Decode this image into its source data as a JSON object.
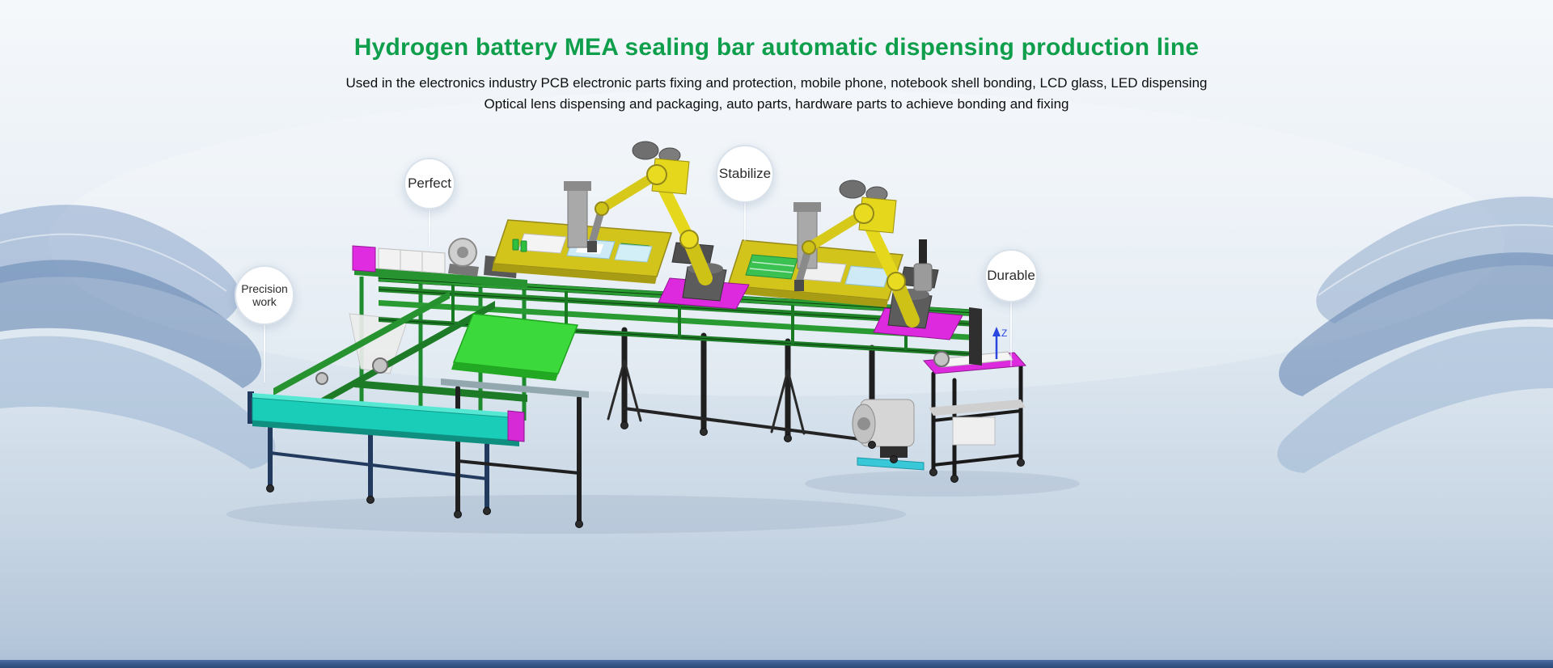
{
  "header": {
    "title": "Hydrogen battery MEA sealing bar automatic dispensing production line",
    "subtitle_lines": [
      "Used in the electronics industry PCB electronic parts fixing and protection, mobile phone, notebook shell bonding, LCD glass, LED dispensing",
      "Optical lens dispensing and packaging, auto parts, hardware parts to achieve bonding and fixing"
    ]
  },
  "callouts": [
    {
      "id": "precision",
      "label": "Precision work"
    },
    {
      "id": "perfect",
      "label": "Perfect"
    },
    {
      "id": "stabilize",
      "label": "Stabilize"
    },
    {
      "id": "durable",
      "label": "Durable"
    }
  ],
  "machine": {
    "axis_label": "Z"
  },
  "colors": {
    "title_green": "#0f9f4c",
    "badge_border": "#d9e1ea",
    "machine_green": "#2a9a33",
    "machine_yellow": "#e4d71c",
    "machine_magenta": "#de2ade",
    "machine_teal": "#19cdb9",
    "wave_blue": "#5c7fae",
    "bottom_bar": "#35578a"
  }
}
